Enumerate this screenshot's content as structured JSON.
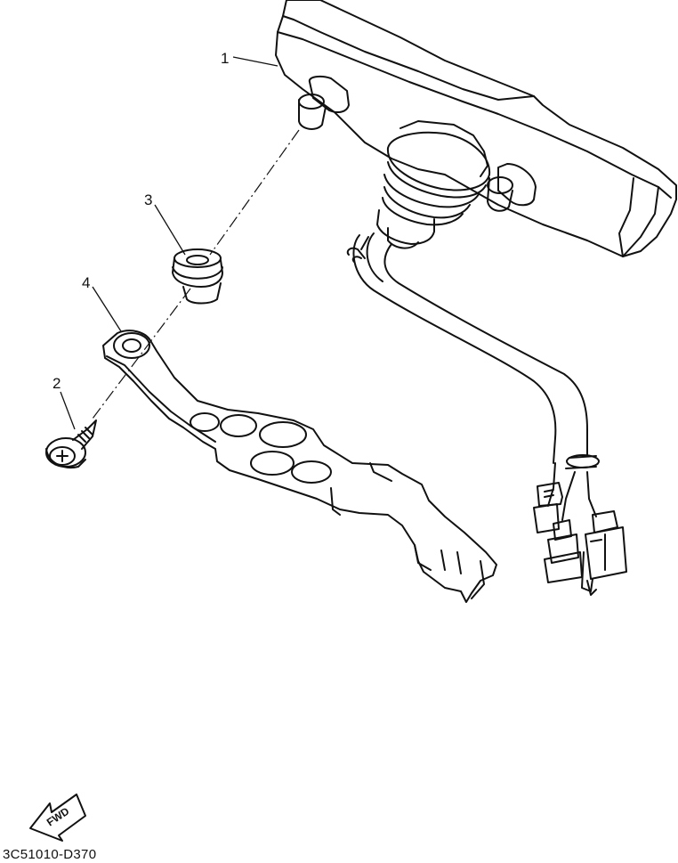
{
  "callouts": {
    "meter": "1",
    "screw": "2",
    "grommet": "3",
    "bracket": "4"
  },
  "fwd_label": "FWD",
  "drawing_code": "3C51010-D370"
}
